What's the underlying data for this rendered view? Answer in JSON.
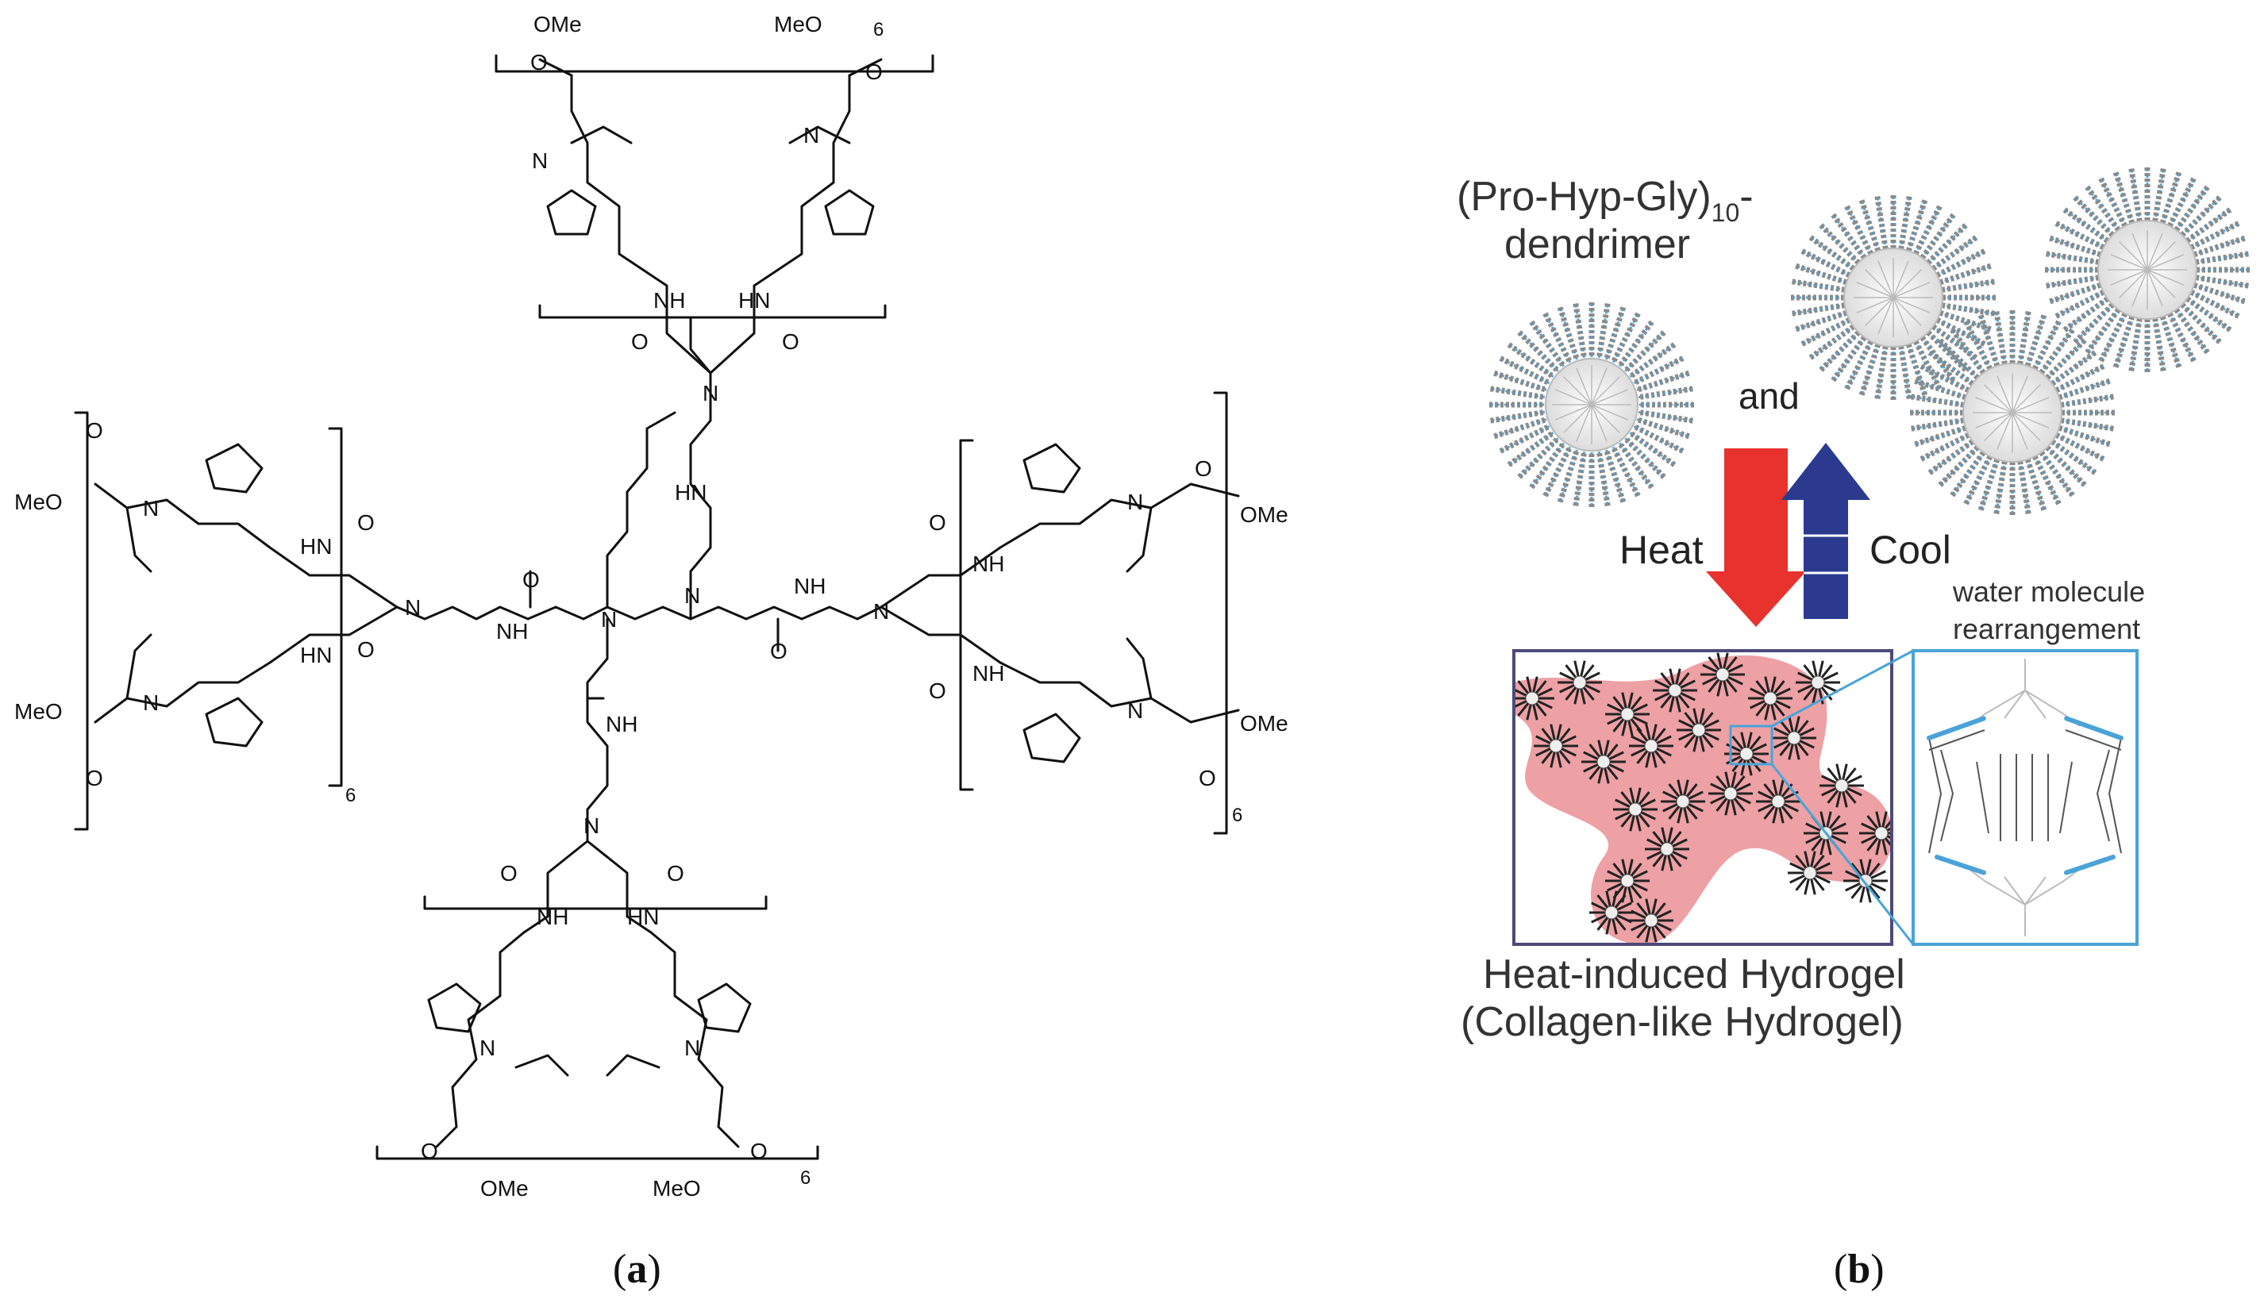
{
  "panel_a": {
    "caption_letter": "a",
    "groups": {
      "ome": "OMe",
      "meo": "MeO",
      "meo_chain": "MeO",
      "nh": "NH",
      "hn": "HN",
      "n": "N",
      "o": "O",
      "repeat": "6"
    }
  },
  "panel_b": {
    "caption_letter": "b",
    "dendrimer_label_line1": "(Pro-Hyp-Gly)",
    "dendrimer_label_sub": "10",
    "dendrimer_label_suffix": "-",
    "dendrimer_label_line2": "dendrimer",
    "and_label": "and",
    "heat_label": "Heat",
    "cool_label": "Cool",
    "water_label_line1": "water molecule",
    "water_label_line2": "rearrangement",
    "hydrogel_label_line1": "Heat-induced Hydrogel",
    "hydrogel_label_line2": "(Collagen-like Hydrogel)",
    "colors": {
      "heat_arrow": "#e8322e",
      "cool_arrow": "#2b3a8f",
      "strand_blue": "#4aa3d8",
      "hydrogel_pink": "#e98a8e",
      "frame_navy": "#4b4a78",
      "frame_blue": "#4aa3d8"
    }
  }
}
